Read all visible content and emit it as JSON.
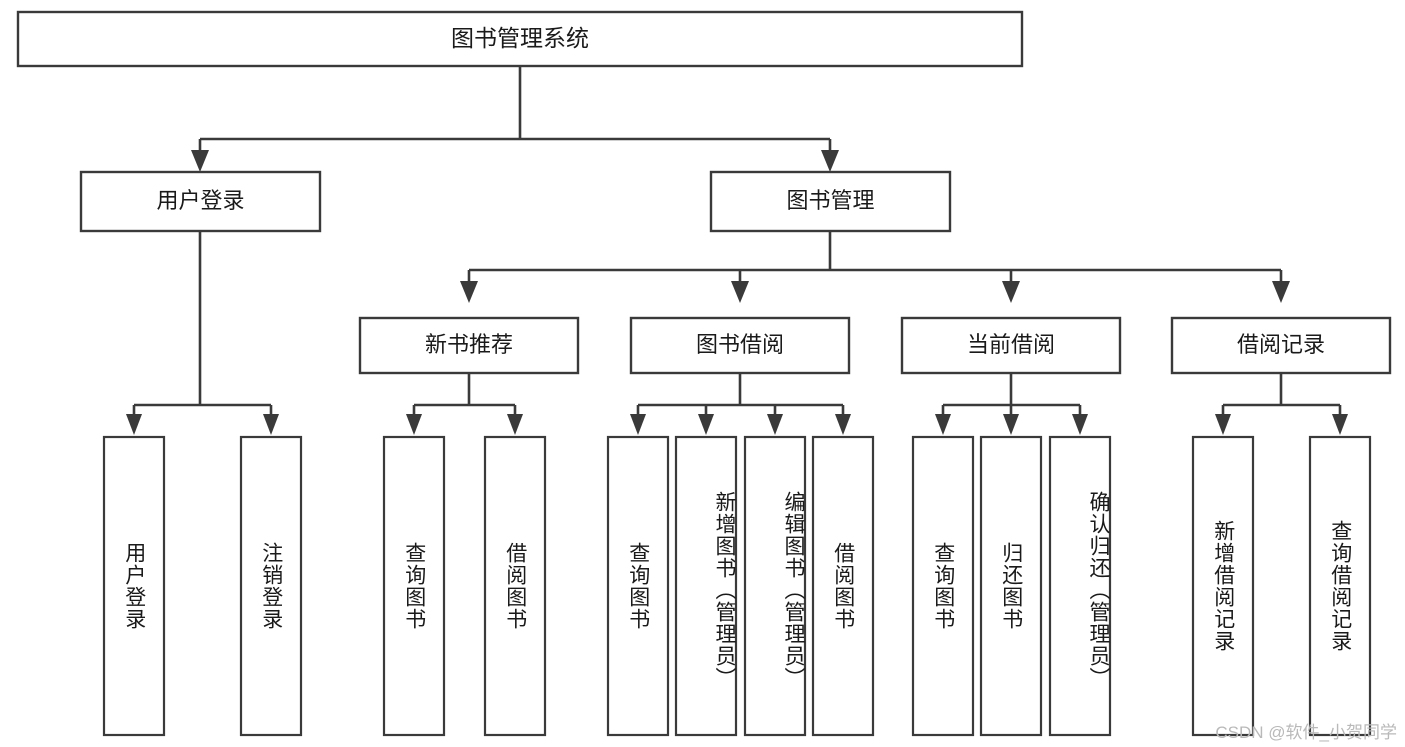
{
  "diagram": {
    "title": "图书管理系统",
    "type": "hierarchy-tree",
    "watermark": "CSDN @软件_小贺同学",
    "colors": {
      "stroke": "#3a3a3a",
      "fill": "#ffffff",
      "text": "#1a1a1a",
      "watermark": "#b9b9b9"
    },
    "root": {
      "label": "图书管理系统"
    },
    "level2": [
      {
        "label": "用户登录"
      },
      {
        "label": "图书管理"
      }
    ],
    "level3": [
      {
        "label": "新书推荐"
      },
      {
        "label": "图书借阅"
      },
      {
        "label": "当前借阅"
      },
      {
        "label": "借阅记录"
      }
    ],
    "leaves": {
      "user_login": [
        {
          "label": "用户登录"
        },
        {
          "label": "注销登录"
        }
      ],
      "new_book_recommend": [
        {
          "label": "查询图书"
        },
        {
          "label": "借阅图书"
        }
      ],
      "book_borrow": [
        {
          "label": "查询图书"
        },
        {
          "label": "新增图书（管理员）"
        },
        {
          "label": "编辑图书（管理员）"
        },
        {
          "label": "借阅图书"
        }
      ],
      "current_borrow": [
        {
          "label": "查询图书"
        },
        {
          "label": "归还图书"
        },
        {
          "label": "确认归还（管理员）"
        }
      ],
      "borrow_record": [
        {
          "label": "新增借阅记录"
        },
        {
          "label": "查询借阅记录"
        }
      ]
    }
  }
}
